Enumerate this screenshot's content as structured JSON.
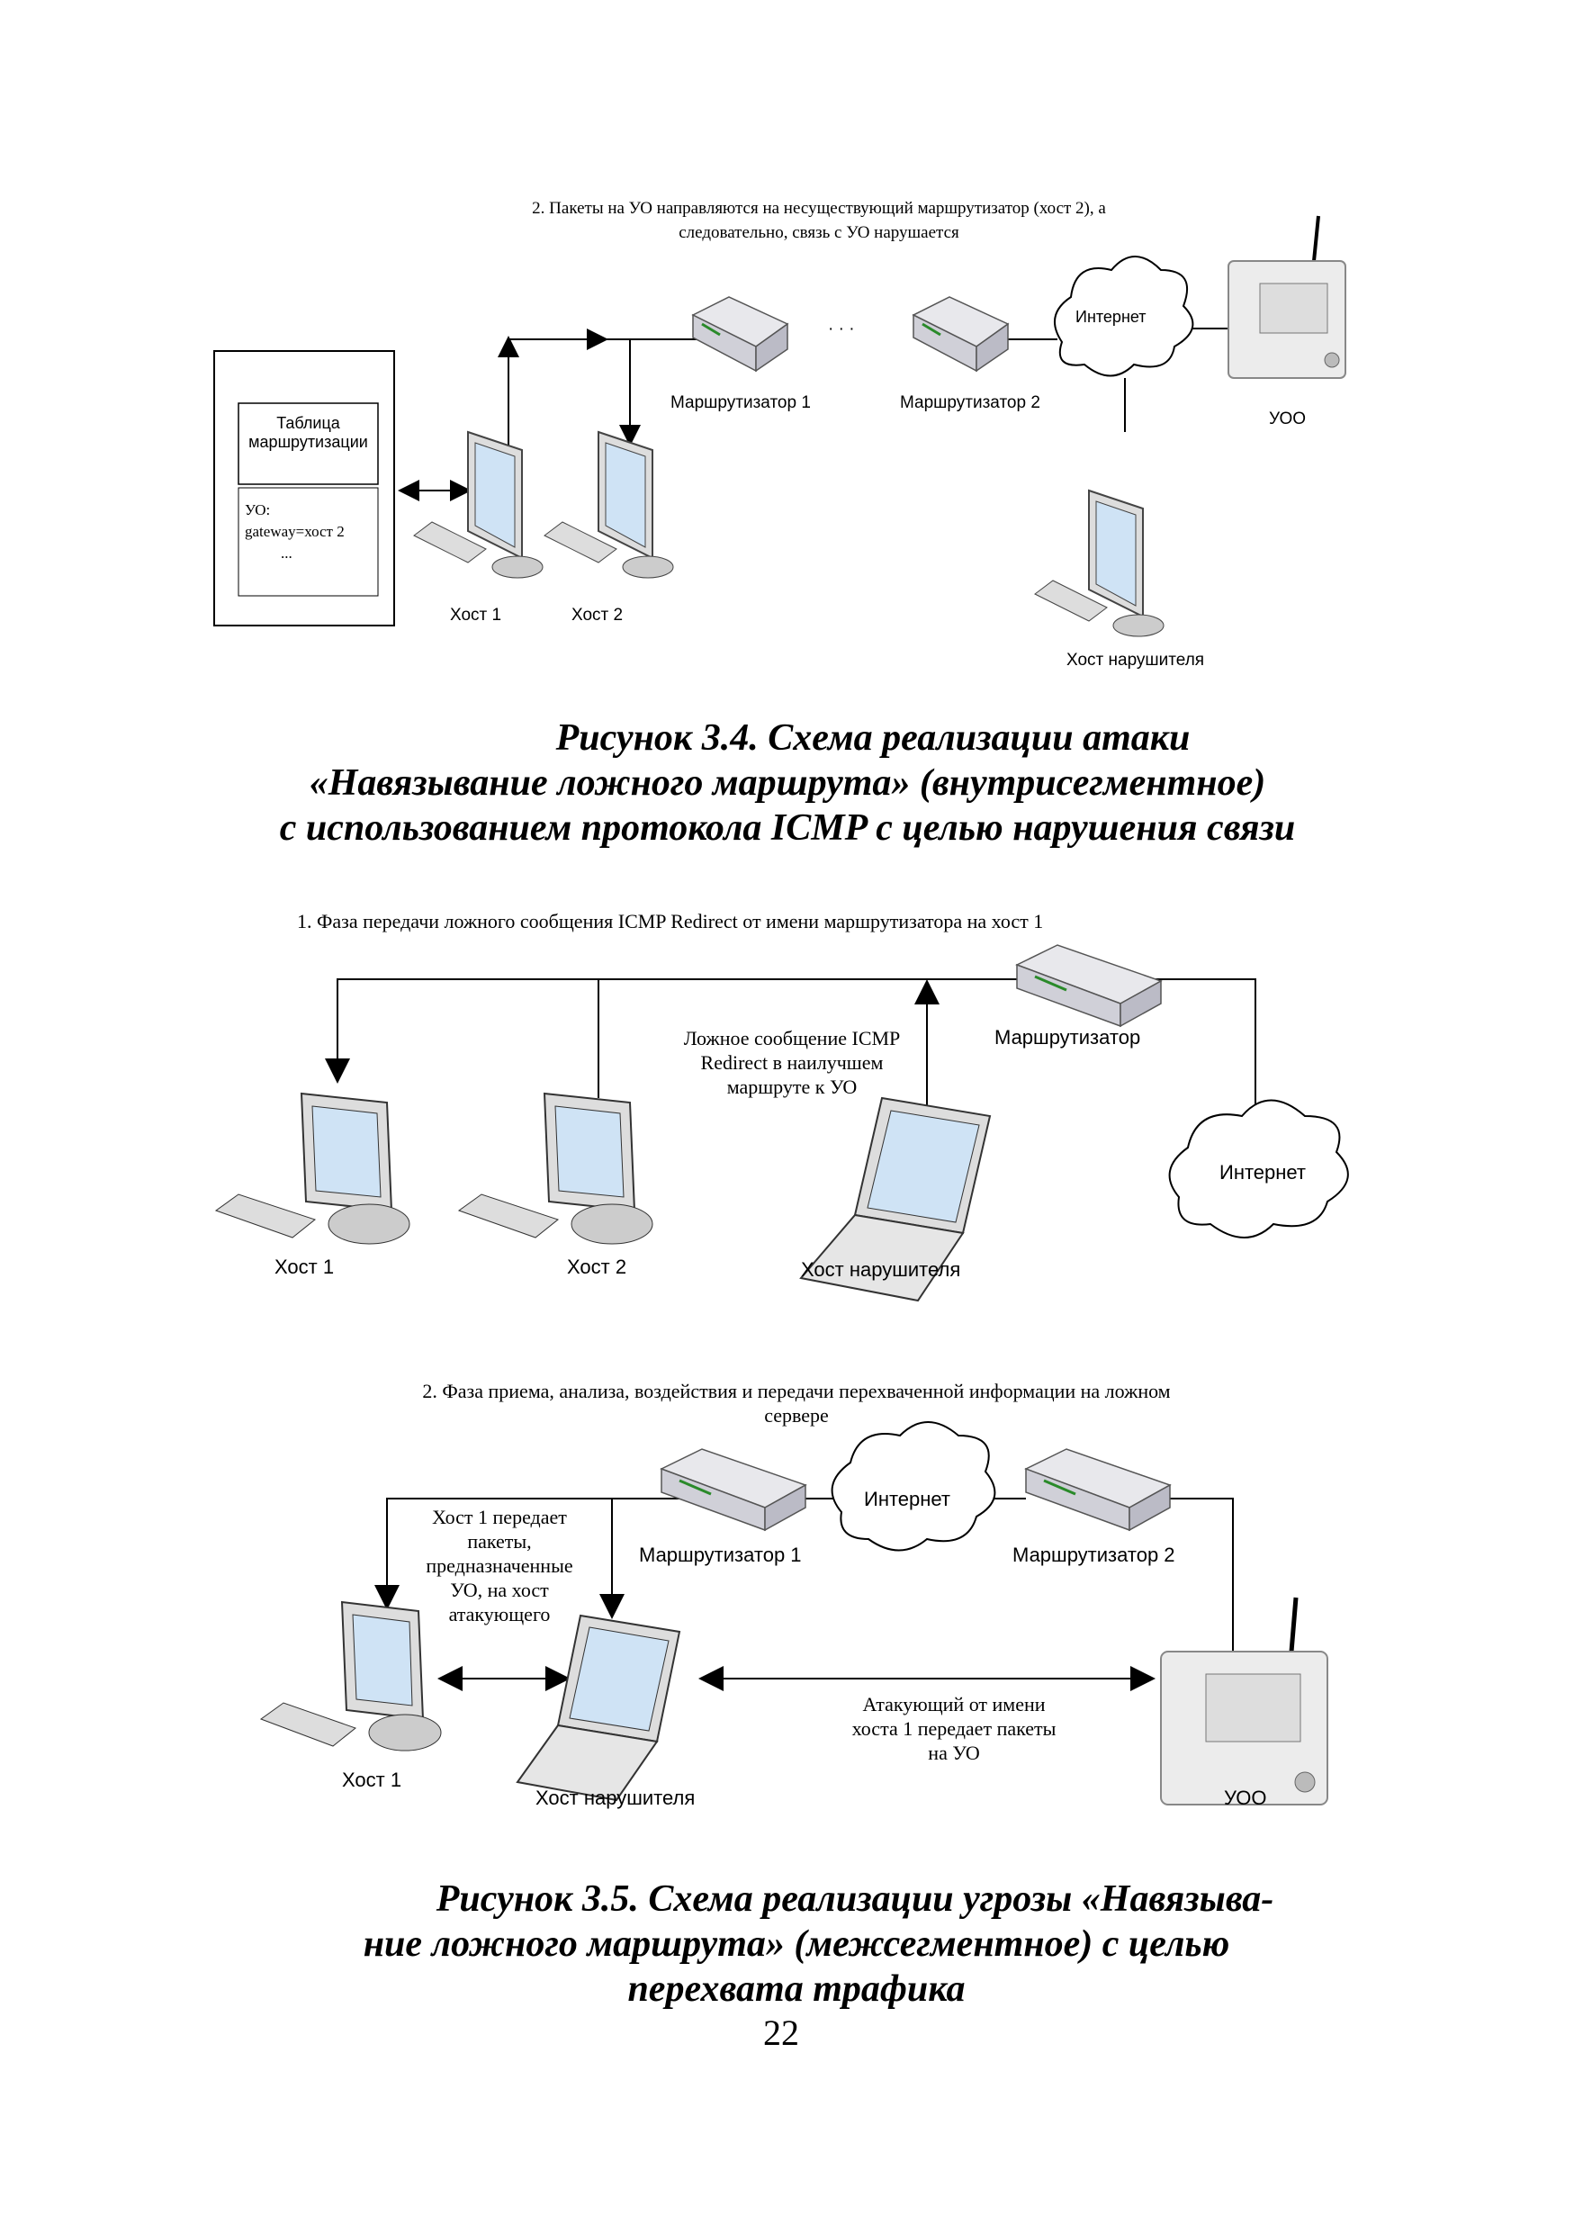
{
  "figure_3_4": {
    "note_line1": "2. Пакеты на УО  направляются на несуществующий маршрутизатор (хост 2), а",
    "note_line2": "следовательно, связь с УО нарушается",
    "routing_table_title_1": "Таблица",
    "routing_table_title_2": "маршрутизации",
    "routing_entry_1": "УО:",
    "routing_entry_2": "gateway=хост 2",
    "routing_entry_3": "...",
    "dots": "· · ·",
    "router1": "Маршрутизатор 1",
    "router2": "Маршрутизатор 2",
    "internet": "Интернет",
    "uoo": "УОО",
    "host1": "Хост 1",
    "host2": "Хост 2",
    "attacker": "Хост нарушителя",
    "caption_line1": "Рисунок 3.4. Схема реализации атаки",
    "caption_line2": "«Навязывание ложного маршрута» (внутрисегментное)",
    "caption_line3": "с использованием протокола ICMP с целью нарушения связи"
  },
  "figure_3_5_phase1": {
    "title": "1. Фаза передачи ложного сообщения ICMP Redirect от имени маршрутизатора на хост 1",
    "redirect_line1": "Ложное сообщение ICMP",
    "redirect_line2": "Redirect в наилучшем",
    "redirect_line3": "маршруте к УО",
    "router": "Маршрутизатор",
    "internet": "Интернет",
    "host1": "Хост 1",
    "host2": "Хост 2",
    "attacker": "Хост нарушителя"
  },
  "figure_3_5_phase2": {
    "title_line1": "2. Фаза приема, анализа, воздействия и передачи перехваченной информации на ложном",
    "title_line2": "сервере",
    "internet": "Интернет",
    "router1": "Маршрутизатор 1",
    "router2": "Маршрутизатор 2",
    "host1_sends_1": "Хост 1 передает",
    "host1_sends_2": "пакеты,",
    "host1_sends_3": "предназначенные",
    "host1_sends_4": "УО, на хост",
    "host1_sends_5": "атакующего",
    "attacker_sends_1": "Атакующий от имени",
    "attacker_sends_2": "хоста 1 передает пакеты",
    "attacker_sends_3": "на УО",
    "host1": "Хост 1",
    "attacker": "Хост нарушителя",
    "uoo": "УОО",
    "caption_line1": "Рисунок 3.5. Схема реализации угрозы «Навязыва-",
    "caption_line2": "ние ложного маршрута» (межсегментное) с целью",
    "caption_line3": "перехвата трафика"
  },
  "page_number": "22"
}
